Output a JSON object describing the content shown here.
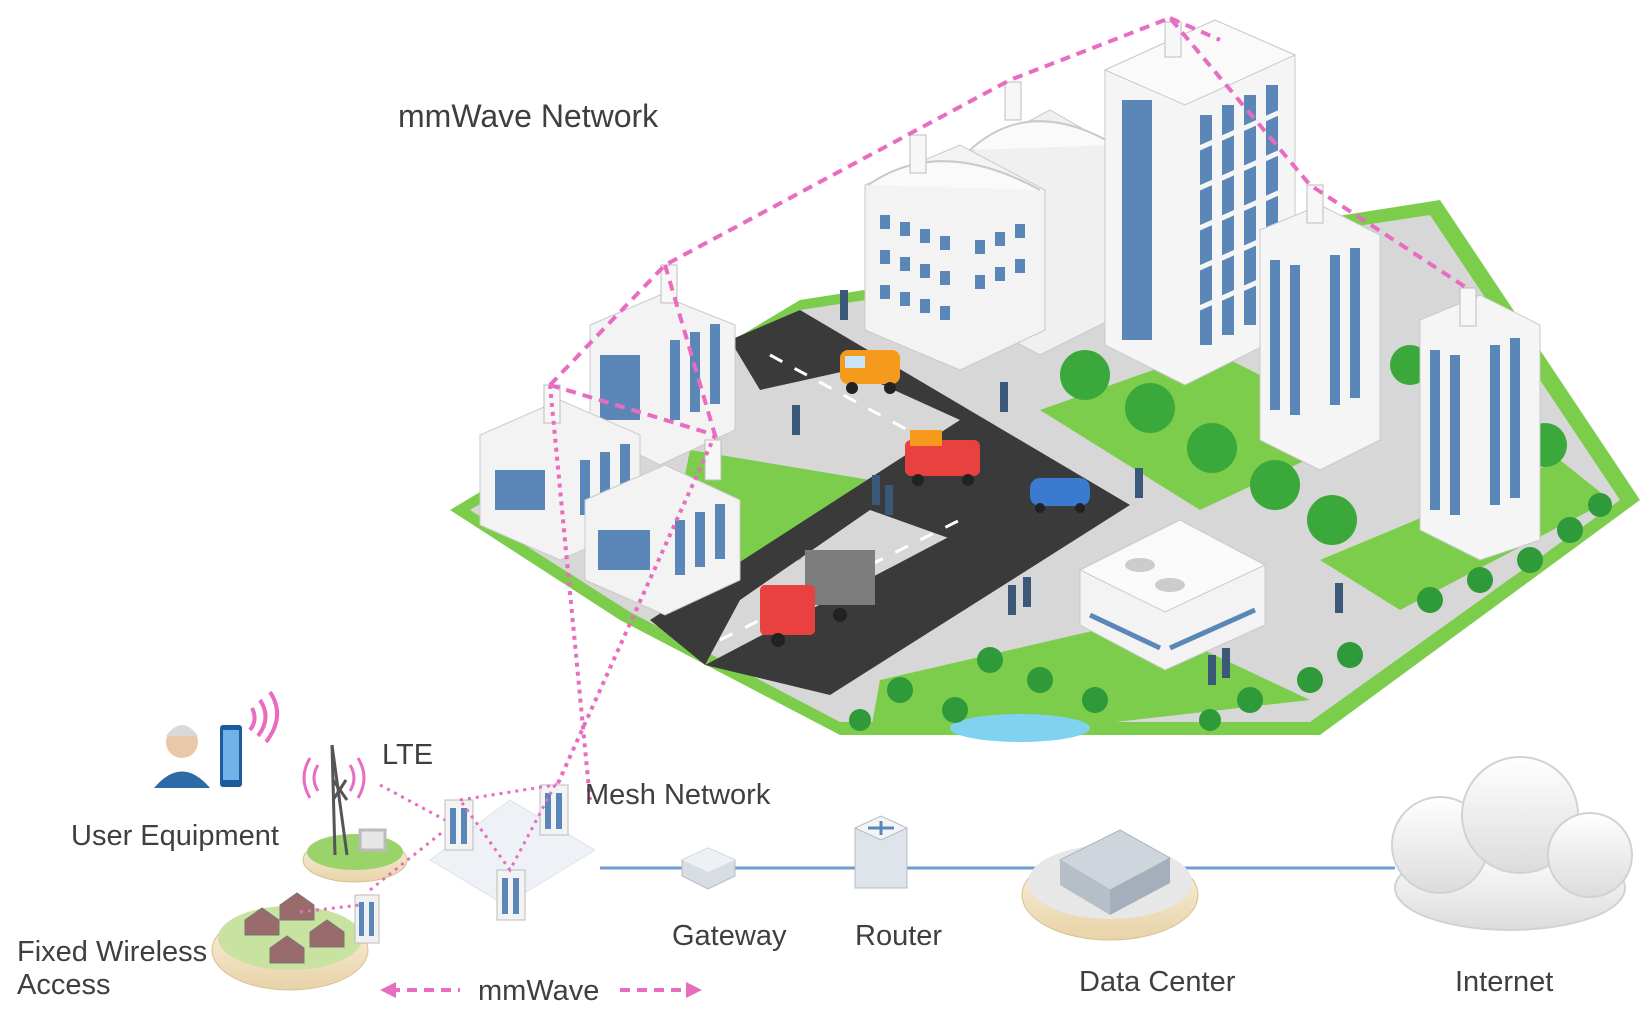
{
  "labels": {
    "title": "mmWave Network",
    "lte": "LTE",
    "mesh": "Mesh Network",
    "user_equipment": "User Equipment",
    "fixed_wireless": "Fixed Wireless\nAccess",
    "gateway": "Gateway",
    "router": "Router",
    "data_center": "Data Center",
    "internet": "Internet",
    "mmwave": "mmWave"
  },
  "colors": {
    "link_pink": "#e86cc0",
    "backbone_blue": "#6e9ed0",
    "grass": "#7ccd4c",
    "road": "#3a3a3a",
    "building_glass": "#5b87b8"
  }
}
